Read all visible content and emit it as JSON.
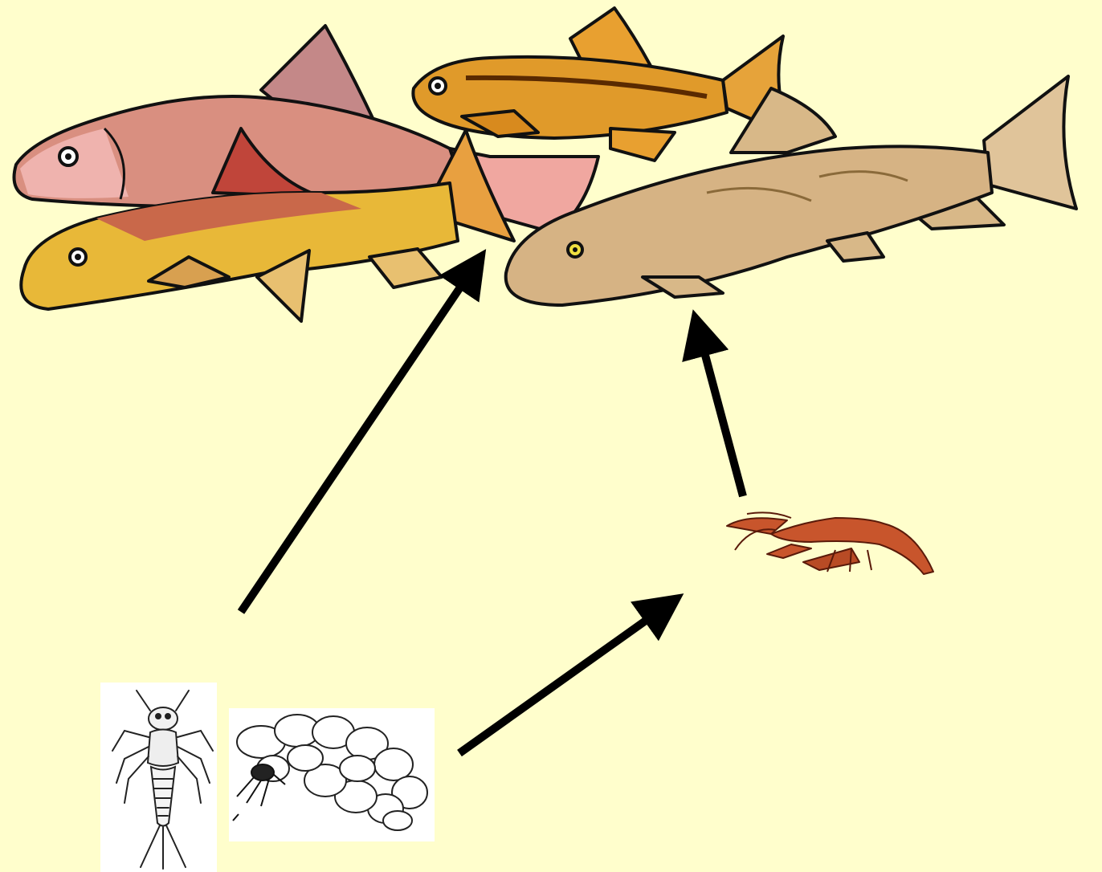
{
  "diagram": {
    "kind": "food-web",
    "organisms": [
      {
        "id": "fish-group",
        "icon": "fish-group-illustration"
      },
      {
        "id": "crayfish",
        "icon": "crayfish-illustration"
      },
      {
        "id": "mayfly-nymph",
        "icon": "mayfly-nymph-illustration"
      },
      {
        "id": "caddisfly-larva",
        "icon": "caddisfly-larva-illustration"
      }
    ],
    "arrows": [
      {
        "from": "insect-larvae",
        "to": "fish-group"
      },
      {
        "from": "insect-larvae",
        "to": "crayfish"
      },
      {
        "from": "crayfish",
        "to": "fish-group"
      }
    ]
  },
  "colors": {
    "background": "#FFFECC",
    "arrow": "#000000",
    "fish_pink": "#D98F80",
    "fish_yellow": "#E8B838",
    "fish_orange": "#E09A2A",
    "fish_tan": "#D6B384",
    "crayfish": "#C8552C"
  }
}
